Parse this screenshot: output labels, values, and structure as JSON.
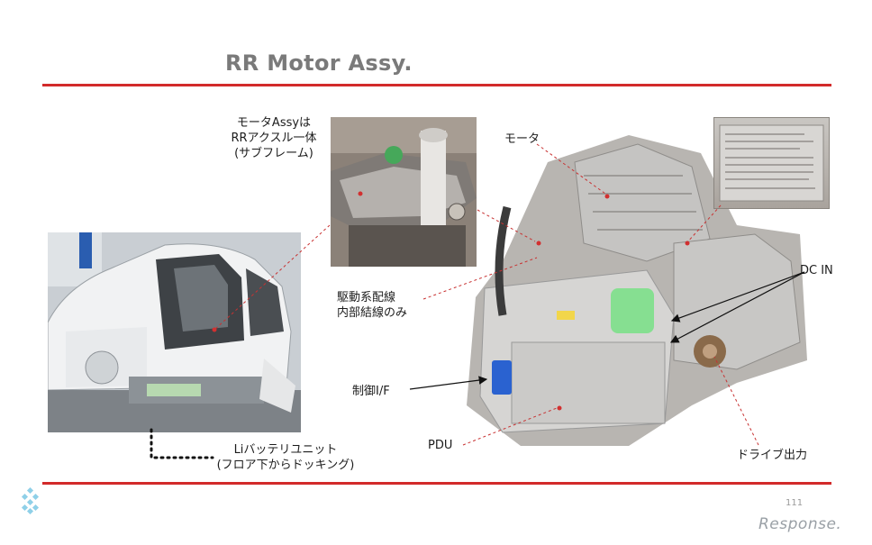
{
  "slide": {
    "title": "RR Motor Assy.",
    "page_number": "111",
    "brand": "Response."
  },
  "labels": {
    "subframe_line1": "モータAssyは",
    "subframe_line2": "RRアクスル一体",
    "subframe_line3": "(サブフレーム)",
    "motor": "モータ",
    "dc_in": "DC IN",
    "wiring_line1": "駆動系配線",
    "wiring_line2": "内部結線のみ",
    "control_if": "制御I/F",
    "pdu": "PDU",
    "drive_output": "ドライブ出力",
    "battery_line1": "Liバッテリユニット",
    "battery_line2": "(フロア下からドッキング)"
  },
  "colors": {
    "rule": "#d22a2a",
    "title": "#7a7a7a",
    "callout_line": "#c83232",
    "logo": "#8fd0e8"
  }
}
